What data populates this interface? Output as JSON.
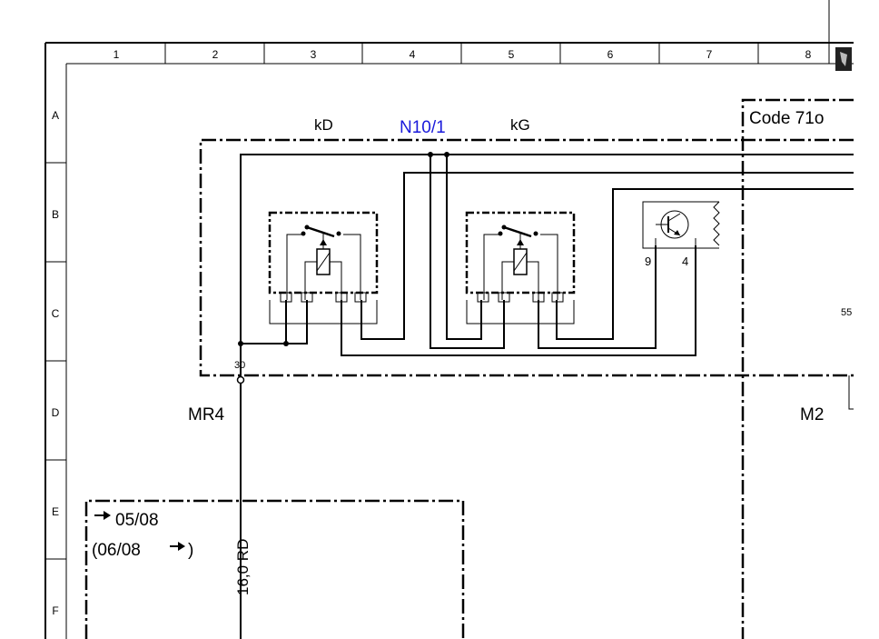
{
  "ruler": {
    "columns": [
      "1",
      "2",
      "3",
      "4",
      "5",
      "6",
      "7",
      "8"
    ],
    "rows": [
      "A",
      "B",
      "C",
      "D",
      "E",
      "F"
    ]
  },
  "labels": {
    "relay_left": "kD",
    "module": "N10/1",
    "relay_right": "kG",
    "code_box": "Code 71o",
    "pin_9": "9",
    "pin_4": "4",
    "pin_55": "55",
    "terminal_30": "30",
    "mr4": "MR4",
    "m2": "M2",
    "date_from": "05/08",
    "date_range": "(06/08",
    "date_range_close": ")",
    "wire": "16,0 RD"
  },
  "colors": {
    "module_label": "#1a1adb",
    "line": "#000000"
  }
}
